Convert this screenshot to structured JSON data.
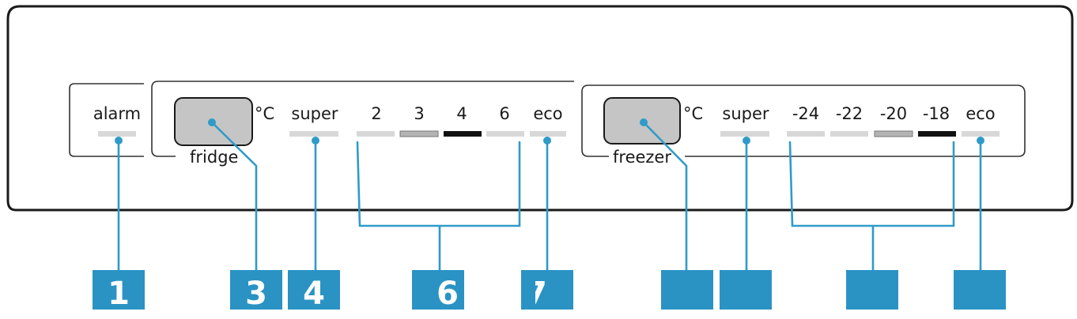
{
  "colors": {
    "accent": "#2f9bc8",
    "callout_box": "#2a93c4",
    "level_active": "#111111",
    "level_partial": "#b4b4b4",
    "level_off": "#d8d8d8",
    "button_fill": "#c5c5c5",
    "frame": "#1a1a1a"
  },
  "alarm": {
    "label": "alarm",
    "level": "off"
  },
  "fridge": {
    "button_label": "fridge",
    "unit": "°C",
    "super_label": "super",
    "temps": [
      {
        "label": "2",
        "level": "off"
      },
      {
        "label": "3",
        "level": "partial"
      },
      {
        "label": "4",
        "level": "active"
      },
      {
        "label": "6",
        "level": "off"
      }
    ],
    "eco_label": "eco"
  },
  "freezer": {
    "button_label": "freezer",
    "unit": "°C",
    "super_label": "super",
    "temps": [
      {
        "label": "-24",
        "level": "off"
      },
      {
        "label": "-22",
        "level": "off"
      },
      {
        "label": "-20",
        "level": "partial"
      },
      {
        "label": "-18",
        "level": "active"
      }
    ],
    "eco_label": "eco"
  },
  "callouts": [
    "1",
    "3",
    "4",
    "6",
    "7",
    "",
    "",
    "",
    ""
  ]
}
